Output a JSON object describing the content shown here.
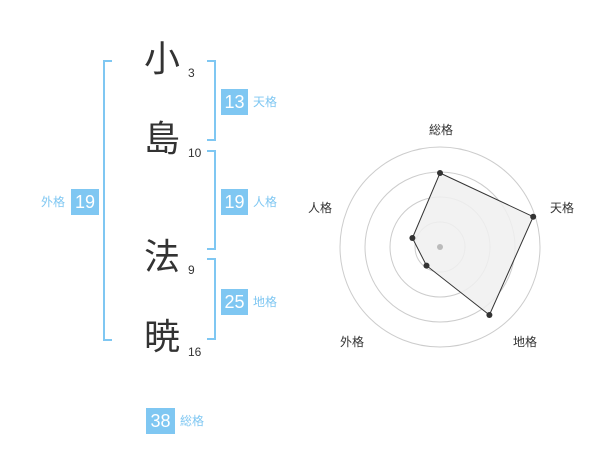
{
  "name_chars": [
    {
      "char": "小",
      "strokes": "3"
    },
    {
      "char": "島",
      "strokes": "10"
    },
    {
      "char": "法",
      "strokes": "9"
    },
    {
      "char": "暁",
      "strokes": "16"
    }
  ],
  "fortunes": {
    "tenkaku": {
      "label": "天格",
      "value": "13"
    },
    "jinkaku": {
      "label": "人格",
      "value": "19"
    },
    "chikaku": {
      "label": "地格",
      "value": "25"
    },
    "gaikaku": {
      "label": "外格",
      "value": "19"
    },
    "soukaku": {
      "label": "総格",
      "value": "38"
    }
  },
  "chart_data": {
    "type": "radar",
    "axes": [
      "総格",
      "天格",
      "地格",
      "外格",
      "人格"
    ],
    "values": [
      0.74,
      0.98,
      0.84,
      0.23,
      0.29
    ],
    "rings": 4,
    "colors": {
      "fill": "#f0f0f0",
      "line": "#333333",
      "grid": "#cccccc",
      "center": "#bbbbbb"
    }
  }
}
